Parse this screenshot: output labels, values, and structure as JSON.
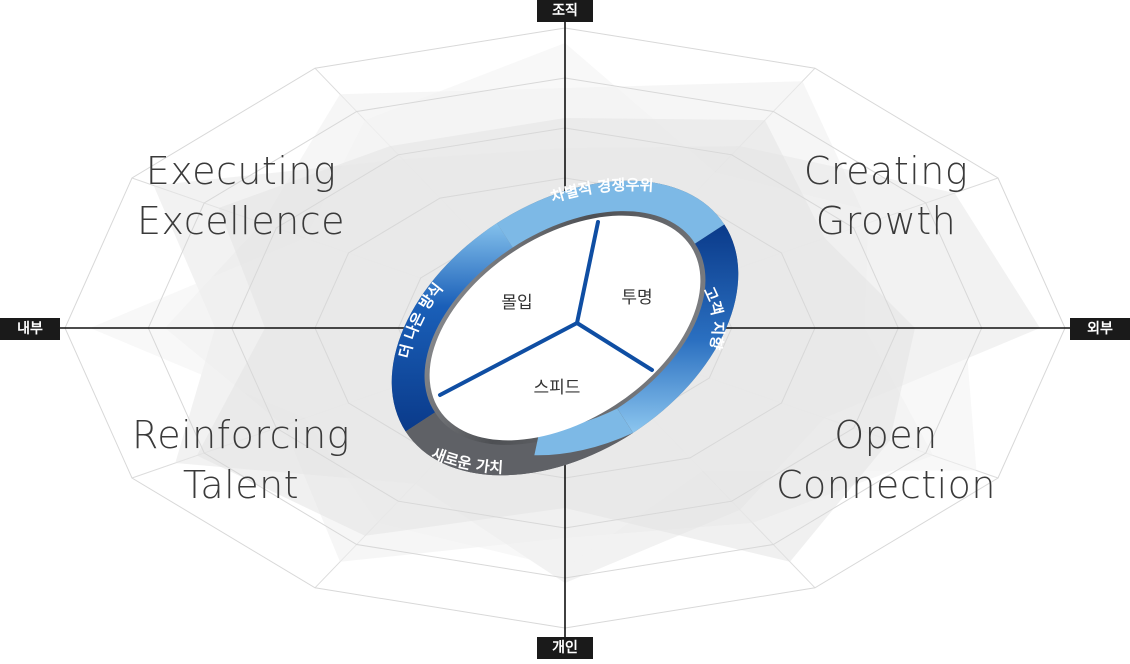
{
  "axes": {
    "top": "조직",
    "bottom": "개인",
    "left": "내부",
    "right": "외부"
  },
  "quadrants": {
    "top_left": [
      "Executing",
      "Excellence"
    ],
    "top_right": [
      "Creating",
      "Growth"
    ],
    "bottom_left": [
      "Reinforcing",
      "Talent"
    ],
    "bottom_right": [
      "Open",
      "Connection"
    ]
  },
  "ring_labels": {
    "top": "차별적 경쟁우위",
    "right": "고객 지향",
    "bottom": "새로운 가치",
    "left": "더 나은 방식"
  },
  "core_values": {
    "upper_left": "몰입",
    "upper_right": "투명",
    "bottom": "스피드"
  },
  "colors": {
    "dark_blue": "#0d3f8f",
    "light_blue": "#7ab8e6",
    "dark_gray": "#4a4c50",
    "axis_tag": "#1a1a1a"
  }
}
